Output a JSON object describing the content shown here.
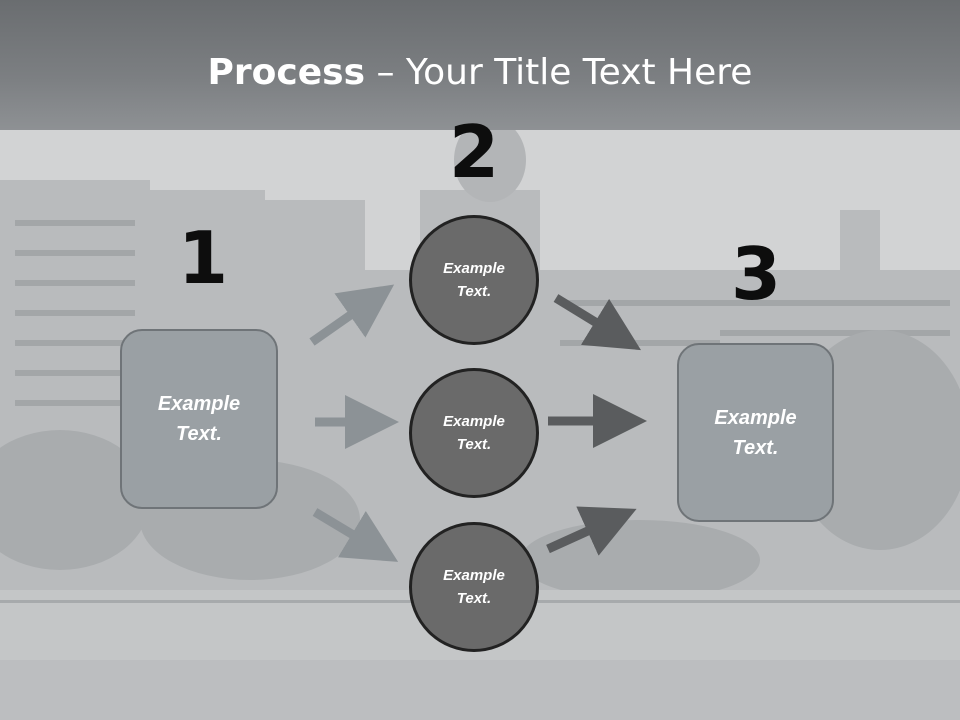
{
  "slide": {
    "title_bold": "Process",
    "title_rest": " – Your Title Text Here"
  },
  "steps": {
    "n1": "1",
    "n2": "2",
    "n3": "3"
  },
  "left_box": {
    "line1": "Example",
    "line2": "Text."
  },
  "right_box": {
    "line1": "Example",
    "line2": "Text."
  },
  "circles": [
    {
      "line1": "Example",
      "line2": "Text."
    },
    {
      "line1": "Example",
      "line2": "Text."
    },
    {
      "line1": "Example",
      "line2": "Text."
    }
  ],
  "colors": {
    "header": "#777a7d",
    "box_fill": "#9aa0a4",
    "circle_fill": "#6a6a6a",
    "arrow_light": "#8c9296",
    "arrow_dark": "#5a5c5e"
  }
}
